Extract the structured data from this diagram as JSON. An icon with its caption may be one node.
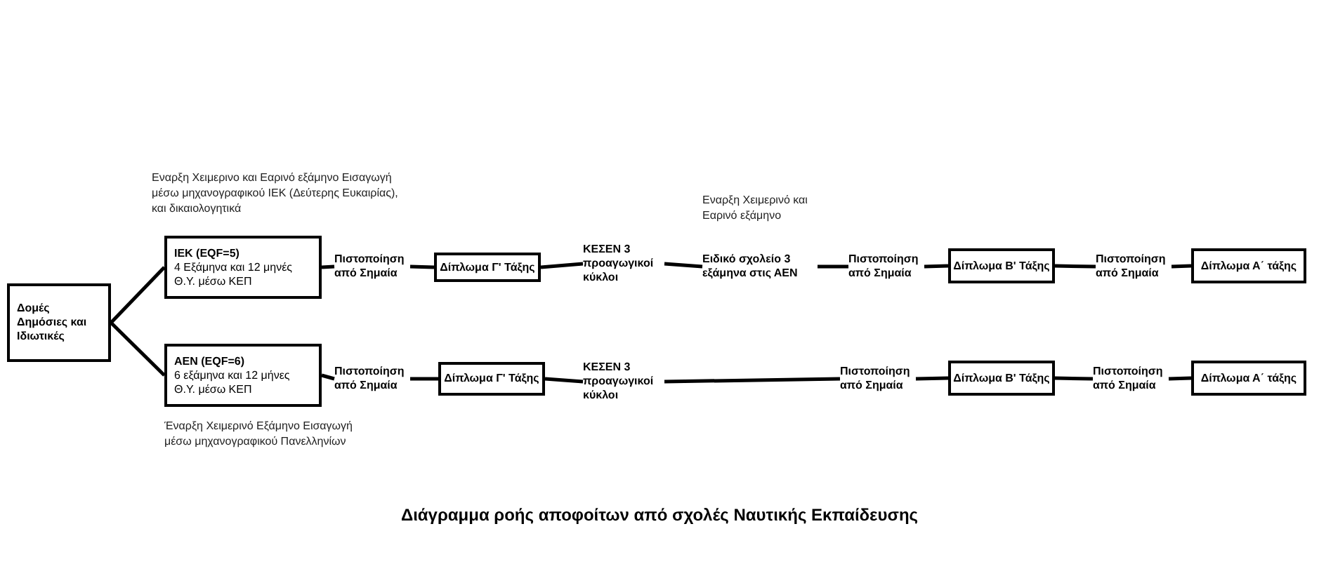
{
  "diagram": {
    "caption": "Διάγραμμα ροής αποφοίτων από σχολές Ναυτικής Εκπαίδευσης",
    "nodes": [
      {
        "text": [
          "Δομές Δημόσιες και Ιδιωτικές"
        ]
      },
      {
        "text": [
          "ΙΕΚ (EQF=5)",
          "4 Εξάμηνα και 12 μηνές Θ.Υ. μέσω ΚΕΠ"
        ],
        "beside": [
          "Εναρξη Χειμερινο και Εαρινό εξάμηνο Εισαγωγή μέσω μηχανογραφικού ΙΕΚ (Δεύτερης Ευκαιρίας), και δικαιολογητικά"
        ]
      },
      {
        "text": [
          "Πιστοποίηση από Σημαία"
        ]
      },
      {
        "text": [
          "Δίπλωμα Γ' Τάξης"
        ]
      },
      {
        "text": [
          "ΚΕΣΕΝ 3 προαγωγικοί κύκλοι"
        ]
      },
      {
        "text": [
          "Ειδικό σχολείο 3 εξάμηνα στις ΑΕΝ"
        ],
        "beside": [
          "Εναρξη Χειμερινό και Εαρινό εξάμηνο"
        ]
      },
      {
        "text": [
          "Πιστοποίηση από Σημαία"
        ]
      },
      {
        "text": [
          "Δίπλωμα Β' Τάξης"
        ]
      },
      {
        "text": [
          "Πιστοποίηση από Σημαία"
        ]
      },
      {
        "text": [
          "Δίπλωμα Α΄ τάξης"
        ]
      },
      {
        "text": [
          "ΑΕΝ (EQF=6)",
          "6 εξάμηνα και 12 μήνες Θ.Υ. μέσω ΚΕΠ"
        ],
        "beside": [
          "Έναρξη Χειμερινό Εξάμηνο Εισαγωγή μέσω μηχανογραφικού Πανελληνίων"
        ]
      },
      {
        "text": [
          "Πιστοποίηση από Σημαία"
        ]
      },
      {
        "text": [
          "Δίπλωμα Γ' Τάξης"
        ]
      },
      {
        "text": [
          "ΚΕΣΕΝ 3 προαγωγικοί κύκλοι"
        ]
      },
      {
        "text": [
          "Πιστοποίηση από Σημαία"
        ]
      },
      {
        "text": [
          "Δίπλωμα Β' Τάξης"
        ]
      },
      {
        "text": [
          "Πιστοποίηση από Σημαία"
        ]
      },
      {
        "text": [
          "Δίπλωμα Α΄ τάξης"
        ]
      }
    ],
    "edges": [
      {
        "from": 0,
        "to": 1,
        "arrow": "none"
      },
      {
        "from": 0,
        "to": 10,
        "arrow": "none"
      },
      {
        "from": 1,
        "to": 2,
        "arrow": "none"
      },
      {
        "from": 2,
        "to": 3,
        "arrow": "none"
      },
      {
        "from": 3,
        "to": 4,
        "arrow": "none"
      },
      {
        "from": 4,
        "to": 5,
        "arrow": "none"
      },
      {
        "from": 5,
        "to": 6,
        "arrow": "none"
      },
      {
        "from": 6,
        "to": 7,
        "arrow": "none"
      },
      {
        "from": 7,
        "to": 8,
        "arrow": "none"
      },
      {
        "from": 8,
        "to": 9,
        "arrow": "none"
      },
      {
        "from": 10,
        "to": 11,
        "arrow": "none"
      },
      {
        "from": 11,
        "to": 12,
        "arrow": "none"
      },
      {
        "from": 12,
        "to": 13,
        "arrow": "none"
      },
      {
        "from": 13,
        "to": 14,
        "arrow": "none"
      },
      {
        "from": 14,
        "to": 15,
        "arrow": "none"
      },
      {
        "from": 15,
        "to": 16,
        "arrow": "none"
      },
      {
        "from": 16,
        "to": 17,
        "arrow": "none"
      }
    ]
  }
}
